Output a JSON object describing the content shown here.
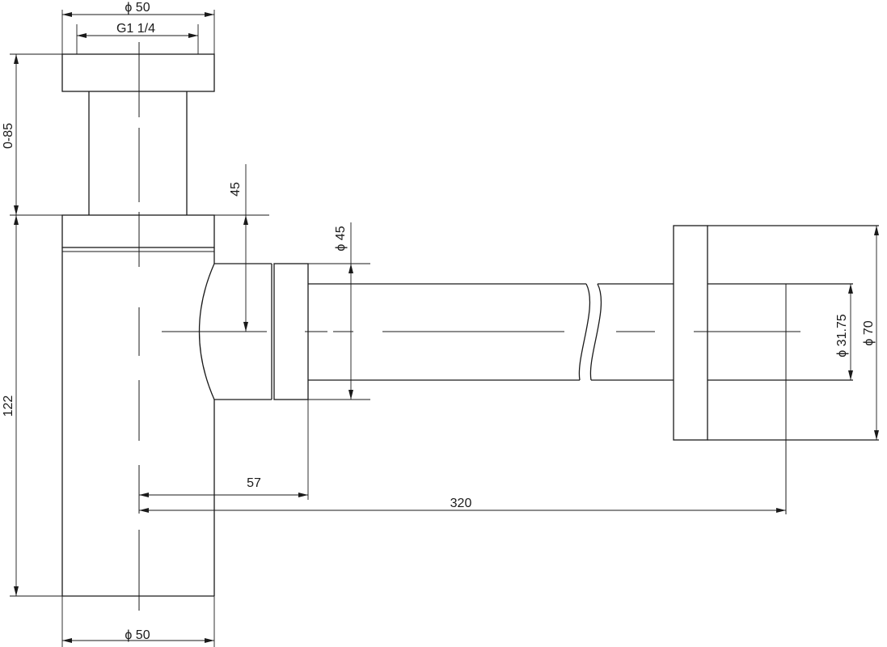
{
  "dimensions": {
    "top_diameter": "ϕ 50",
    "thread": "G1 1/4",
    "adjust_range": "0-85",
    "body_height": "122",
    "bottom_diameter": "ϕ 50",
    "nut_height": "45",
    "pipe_diameter": "ϕ 45",
    "wall_tube_diameter": "ϕ 31.75",
    "rosette_diameter": "ϕ 70",
    "outlet_offset": "57",
    "wall_distance": "320"
  }
}
